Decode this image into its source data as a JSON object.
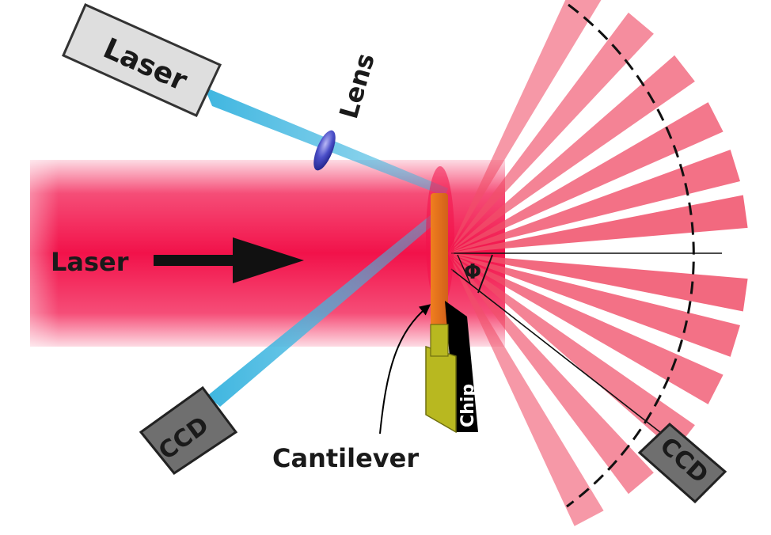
{
  "labels": {
    "laser_source": "Laser",
    "lens": "Lens",
    "laser_beam": "Laser",
    "ccd_left": "CCD",
    "ccd_right": "CCD",
    "chip": "Chip",
    "cantilever": "Cantilever",
    "angle": "Φ"
  },
  "colors": {
    "main_beam": "#f2124a",
    "probe_beam": "#3fb6e0",
    "lens": "#4b4fc9",
    "cantilever": "#e0781c",
    "chip_face": "#b8b820",
    "chip_side": "#000000",
    "device_box": "#dcdcdc",
    "scatter": "#f0506a"
  }
}
